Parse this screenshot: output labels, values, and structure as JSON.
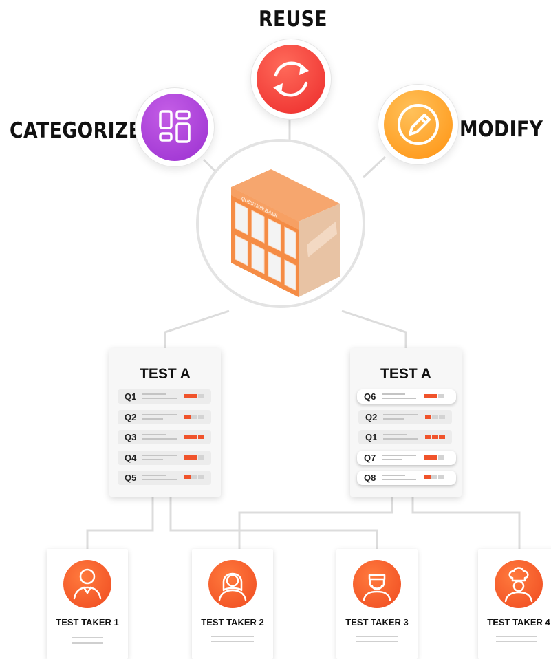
{
  "features": {
    "reuse": {
      "label": "REUSE",
      "icon": "refresh-icon",
      "color": "#f23c3c"
    },
    "categorize": {
      "label": "CATEGORIZE",
      "icon": "layout-grid-icon",
      "color": "#a83ad6"
    },
    "modify": {
      "label": "MODIFY",
      "icon": "pencil-icon",
      "color": "#ff9f1c"
    }
  },
  "center": {
    "icon": "question-bank-building-icon",
    "sign": "QUESTION BANK"
  },
  "tests": [
    {
      "title": "TEST A",
      "rows": [
        {
          "q": "Q1",
          "level": 2
        },
        {
          "q": "Q2",
          "level": 1
        },
        {
          "q": "Q3",
          "level": 3
        },
        {
          "q": "Q4",
          "level": 2
        },
        {
          "q": "Q5",
          "level": 1
        }
      ]
    },
    {
      "title": "TEST A",
      "rows": [
        {
          "q": "Q6",
          "level": 2,
          "highlight": true
        },
        {
          "q": "Q2",
          "level": 1,
          "highlight": false
        },
        {
          "q": "Q1",
          "level": 3,
          "highlight": false
        },
        {
          "q": "Q7",
          "level": 2,
          "highlight": true
        },
        {
          "q": "Q8",
          "level": 1,
          "highlight": true
        }
      ]
    }
  ],
  "takers": [
    {
      "name": "TEST TAKER 1",
      "icon": "man-avatar-icon"
    },
    {
      "name": "TEST TAKER 2",
      "icon": "woman-avatar-icon"
    },
    {
      "name": "TEST TAKER 3",
      "icon": "bearded-man-avatar-icon"
    },
    {
      "name": "TEST TAKER 4",
      "icon": "chef-avatar-icon"
    }
  ],
  "colors": {
    "accent": "#f0532b",
    "bar_off": "#d3d3d3",
    "connector": "#dcdcdc"
  }
}
